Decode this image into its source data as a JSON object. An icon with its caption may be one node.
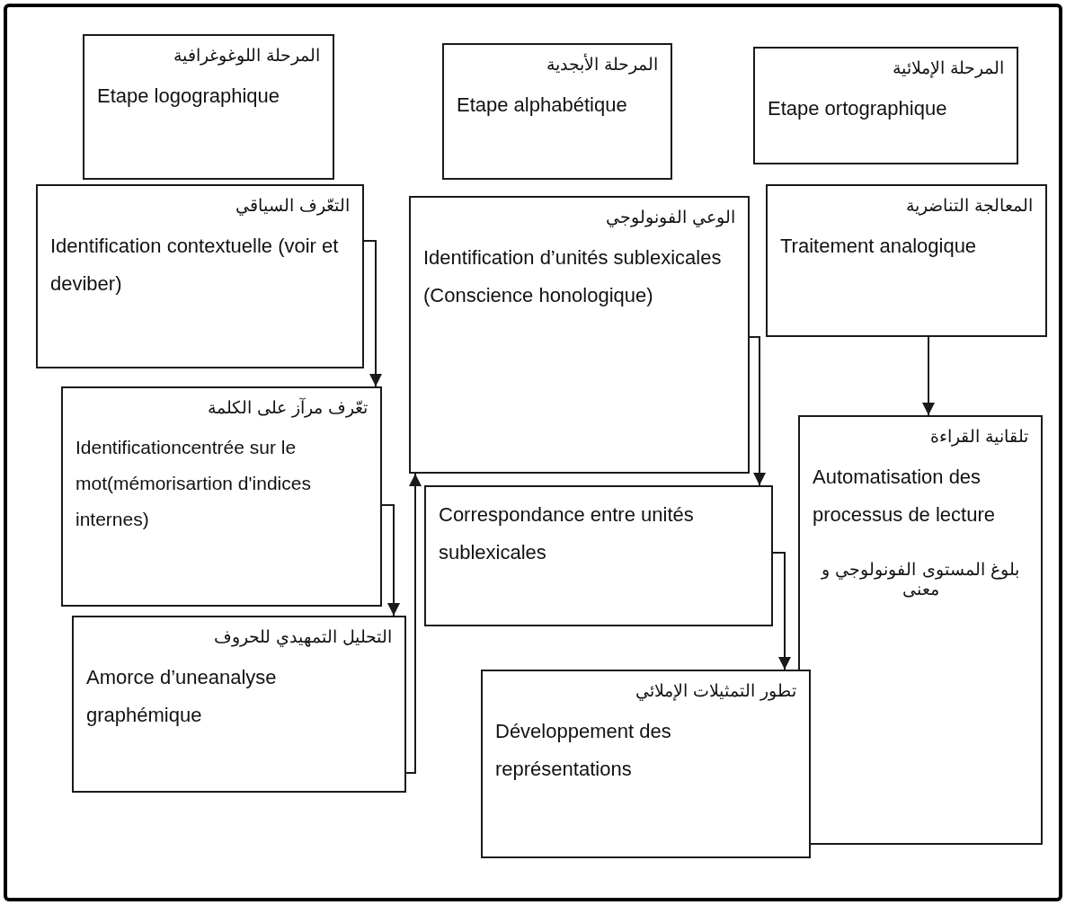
{
  "diagram": {
    "nodes": [
      {
        "text": [
          "المرحلة اللوغوغرافية",
          "Etape logographique"
        ]
      },
      {
        "text": [
          "المرحلة الأبجدية",
          "Etape alphabétique"
        ]
      },
      {
        "text": [
          "المرحلة الإملائية",
          "Etape ortographique"
        ]
      },
      {
        "text": [
          "التعّرف السياقي",
          "Identification contextuelle (voir et deviber)"
        ]
      },
      {
        "text": [
          "الوعي الفونولوجي",
          "Identification d’unités sublexicales (Conscience honologique)"
        ]
      },
      {
        "text": [
          "المعالجة التناضرية",
          "Traitement analogique"
        ]
      },
      {
        "text": [
          "تعّرف مرآز على الكلمة",
          "Identificationcentrée sur le mot(mémorisartion d'indices internes)"
        ]
      },
      {
        "text": [
          "Correspondance entre unités sublexicales"
        ]
      },
      {
        "text": [
          "تلقانية القراءة",
          "Automatisation des processus de lecture",
          "بلوغ المستوى الفونولوجي و معنى"
        ]
      },
      {
        "text": [
          "التحليل التمهيدي للحروف",
          "Amorce d’uneanalyse graphémique"
        ]
      },
      {
        "text": [
          "تطور التمثيلات الإملائي",
          "Développement des représentations"
        ]
      }
    ],
    "edges": [
      {
        "from": 3,
        "to": 6,
        "arrow": "to"
      },
      {
        "from": 6,
        "to": 9,
        "arrow": "to"
      },
      {
        "from": 9,
        "to": 4,
        "arrow": "to"
      },
      {
        "from": 4,
        "to": 7,
        "arrow": "to"
      },
      {
        "from": 5,
        "to": 8,
        "arrow": "to"
      },
      {
        "from": 7,
        "to": 10,
        "arrow": "to"
      }
    ]
  }
}
